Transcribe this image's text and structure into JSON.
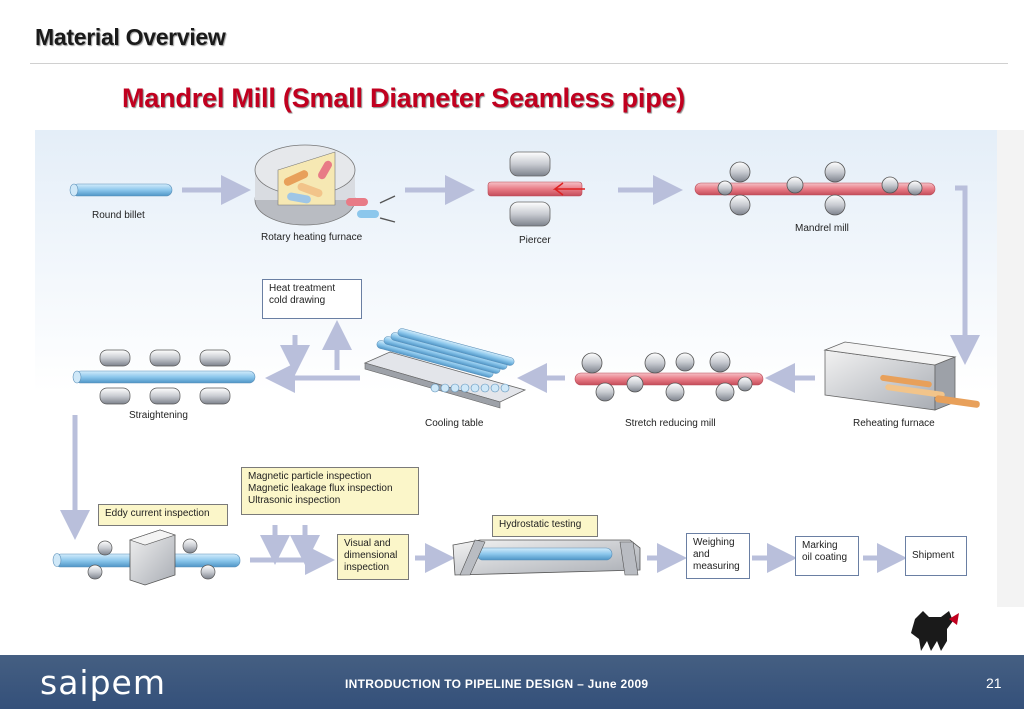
{
  "header": {
    "title": "Material Overview",
    "subtitle": "Mandrel Mill (Small Diameter Seamless pipe)"
  },
  "diagram": {
    "stages": {
      "round_billet": "Round billet",
      "rotary_furnace": "Rotary heating furnace",
      "piercer": "Piercer",
      "mandrel_mill": "Mandrel mill",
      "straightening": "Straightening",
      "cooling_table": "Cooling table",
      "stretch_reducing": "Stretch reducing mill",
      "reheating_furnace": "Reheating furnace"
    },
    "boxes": {
      "heat_treatment": [
        "Heat treatment",
        "cold drawing"
      ],
      "inspections": [
        "Magnetic particle inspection",
        "Magnetic leakage flux inspection",
        "Ultrasonic inspection"
      ],
      "eddy_current": "Eddy current inspection",
      "hydrostatic": "Hydrostatic testing",
      "visual": [
        "Visual and",
        "dimensional",
        "inspection"
      ],
      "weighing": [
        "Weighing",
        "and",
        "measuring"
      ],
      "marking": [
        "Marking",
        "oil coating"
      ],
      "shipment": "Shipment"
    },
    "colors": {
      "pipe_blue": "#8cc7ec",
      "pipe_red": "#e87b86",
      "arrow": "#b9bfdb",
      "box_yellow": "#fbf6c9"
    }
  },
  "footer": {
    "brand": "saipem",
    "text": "INTRODUCTION TO PIPELINE DESIGN – June 2009",
    "page_number": "21"
  },
  "logo": {
    "text": "eni"
  }
}
